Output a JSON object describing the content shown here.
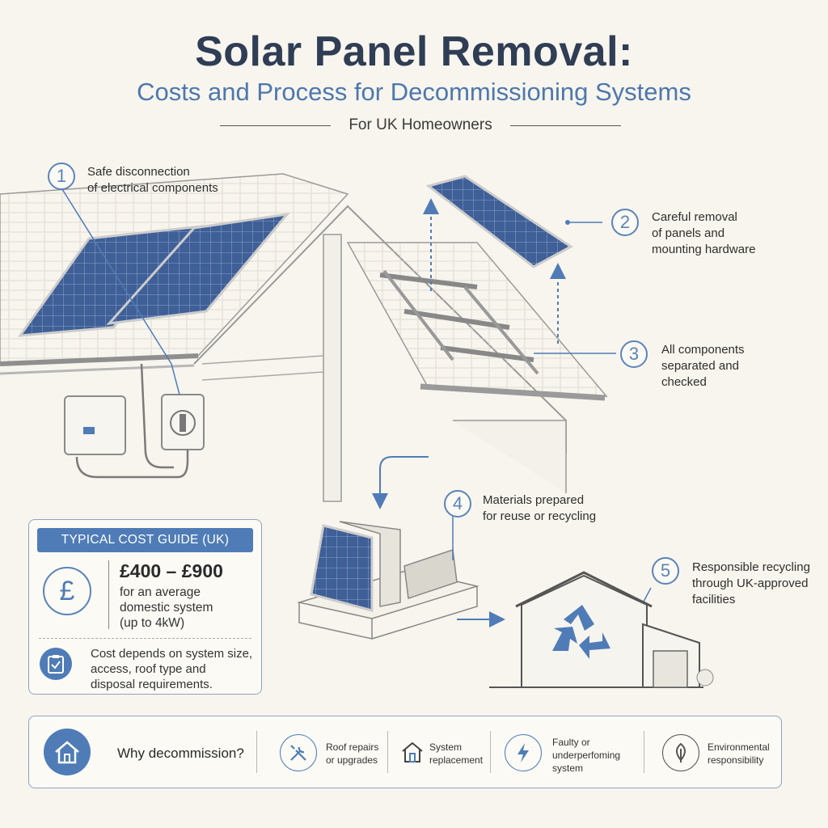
{
  "header": {
    "title": "Solar Panel Removal:",
    "subtitle": "Costs and Process for Decommissioning Systems",
    "audience": "For UK Homeowners"
  },
  "steps": [
    {
      "number": "1",
      "lines": [
        "Safe disconnection",
        "of electrical components"
      ]
    },
    {
      "number": "2",
      "lines": [
        "Careful removal",
        "of panels and",
        "mounting hardware"
      ]
    },
    {
      "number": "3",
      "lines": [
        "All components",
        "separated and",
        "checked"
      ]
    },
    {
      "number": "4",
      "lines": [
        "Materials prepared",
        "for reuse or recycling"
      ]
    },
    {
      "number": "5",
      "lines": [
        "Responsible recycling",
        "through UK-approved",
        "facilities"
      ]
    }
  ],
  "cost_guide": {
    "header": "TYPICAL COST GUIDE (UK)",
    "currency_symbol": "£",
    "range": "£400 – £900",
    "description": [
      "for an average",
      "domestic system",
      "(up to 4kW)"
    ],
    "note": [
      "Cost depends on system size,",
      "access, roof type and",
      "disposal requirements."
    ]
  },
  "why": {
    "label": "Why decommission?",
    "reasons": [
      {
        "icon": "tools-icon",
        "lines": [
          "Roof repairs",
          "or upgrades"
        ]
      },
      {
        "icon": "house-icon",
        "lines": [
          "System",
          "replacement"
        ]
      },
      {
        "icon": "lightning-icon",
        "lines": [
          "Faulty or",
          "underperfoming",
          "system"
        ]
      },
      {
        "icon": "leaf-icon",
        "lines": [
          "Environmental",
          "responsibility"
        ]
      }
    ]
  },
  "colors": {
    "accent": "#4f7cb6",
    "title": "#2f3d55",
    "panel": "#3f5f97",
    "background": "#f8f5ee"
  }
}
